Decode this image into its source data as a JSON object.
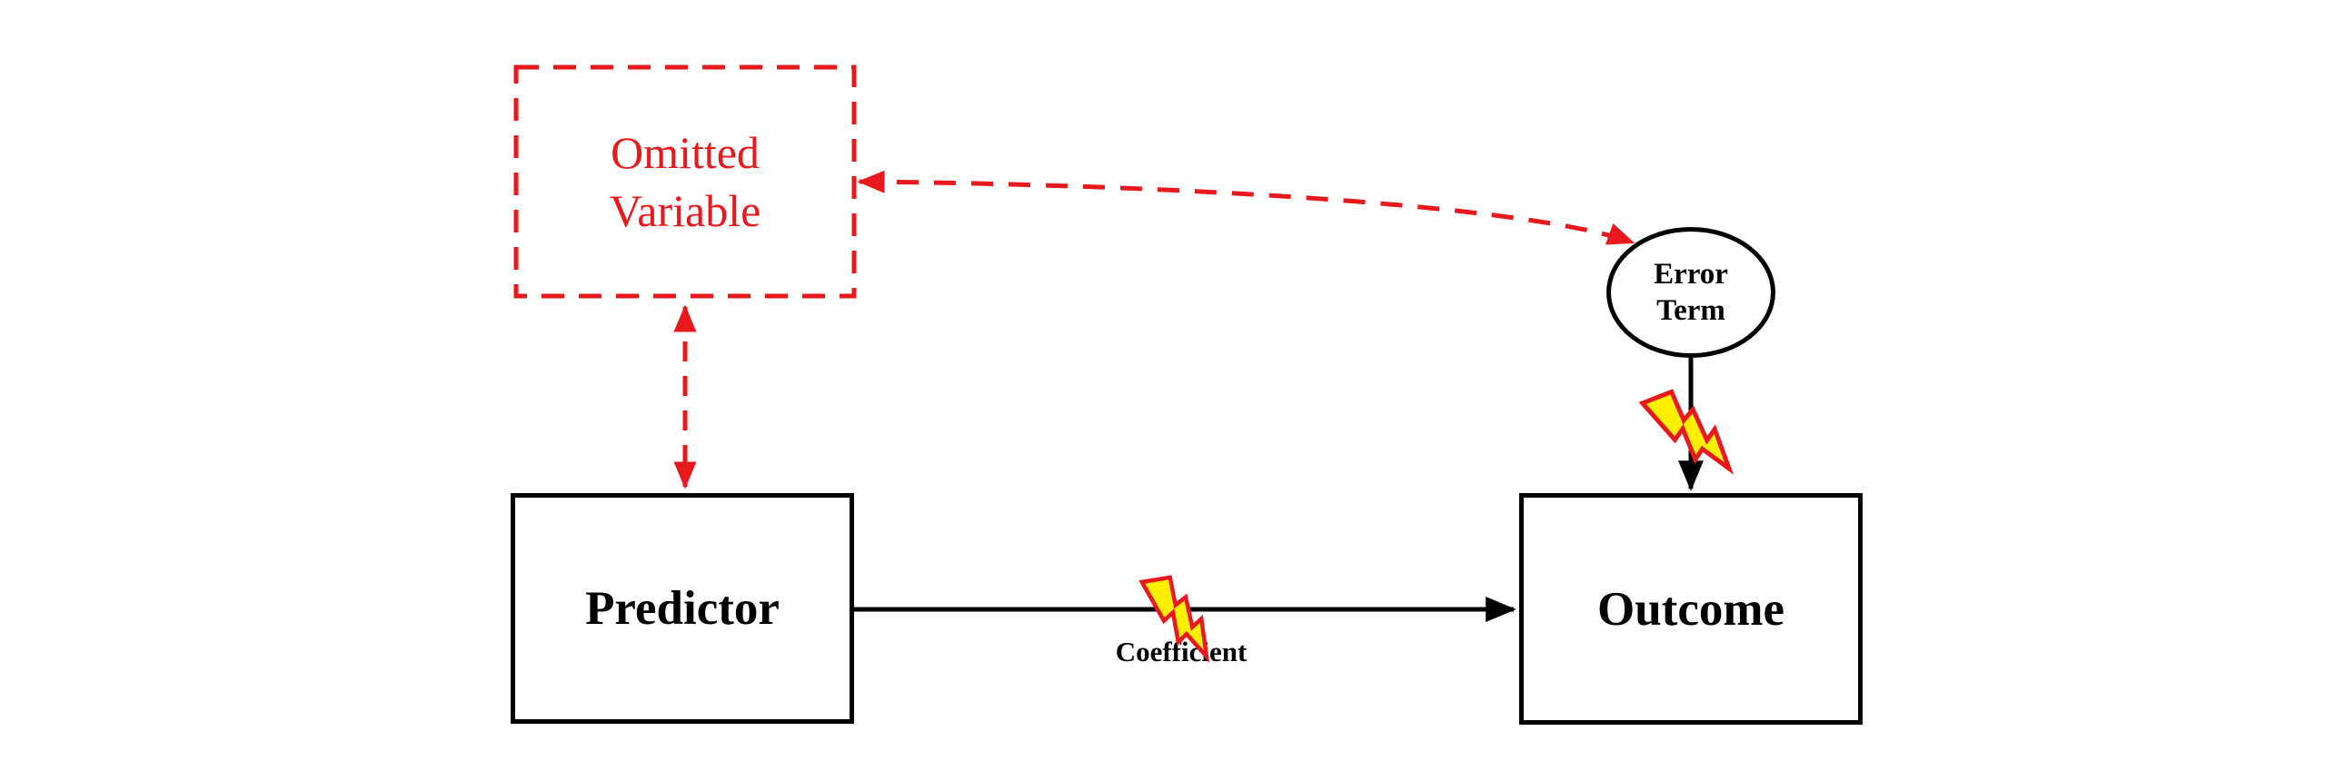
{
  "diagram": {
    "background": "#ffffff",
    "colors": {
      "red": "#e8191d",
      "black": "#000000",
      "bolt_fill": "#ffef00",
      "bolt_outline": "#e8191d"
    },
    "nodes": {
      "omitted_variable": {
        "label_line1": "Omitted",
        "label_line2": "Variable",
        "shape": "rectangle",
        "border": "dashed",
        "color": "#e8191d"
      },
      "predictor": {
        "label": "Predictor",
        "shape": "rectangle",
        "border": "solid",
        "color": "#000000"
      },
      "outcome": {
        "label": "Outcome",
        "shape": "rectangle",
        "border": "solid",
        "color": "#000000"
      },
      "error_term": {
        "label_line1": "Error",
        "label_line2": "Term",
        "shape": "ellipse",
        "border": "solid",
        "color": "#000000"
      }
    },
    "edges": [
      {
        "id": "omitted-predictor",
        "from": "omitted_variable",
        "to": "predictor",
        "style": "dashed",
        "color": "#e8191d",
        "arrows": "both",
        "shape": "straight"
      },
      {
        "id": "omitted-error",
        "from": "omitted_variable",
        "to": "error_term",
        "style": "dashed",
        "color": "#e8191d",
        "arrows": "both",
        "shape": "curved"
      },
      {
        "id": "error-outcome",
        "from": "error_term",
        "to": "outcome",
        "style": "solid",
        "color": "#000000",
        "arrows": "end",
        "obstruction": "lightning-bolt"
      },
      {
        "id": "predictor-outcome",
        "from": "predictor",
        "to": "outcome",
        "style": "solid",
        "color": "#000000",
        "arrows": "end",
        "label": "Coefficient",
        "obstruction": "lightning-bolt"
      }
    ]
  }
}
